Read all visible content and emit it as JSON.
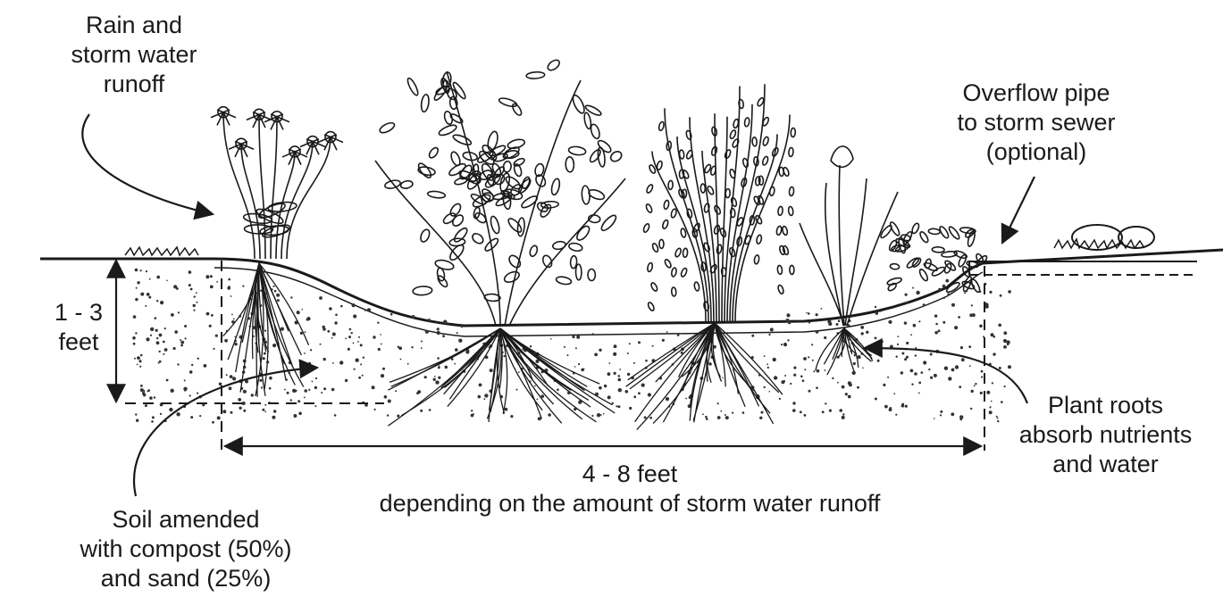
{
  "labels": {
    "rain_runoff": [
      "Rain and",
      "storm water",
      "runoff"
    ],
    "overflow_pipe": [
      "Overflow pipe",
      "to storm sewer",
      "(optional)"
    ],
    "depth": [
      "1 - 3",
      "feet"
    ],
    "width": [
      "4 - 8 feet",
      "depending on the amount of storm water runoff"
    ],
    "plant_roots": [
      "Plant roots",
      "absorb nutrients",
      "and water"
    ],
    "soil": [
      "Soil amended",
      "with compost (50%)",
      "and sand (25%)"
    ]
  },
  "colors": {
    "ink": "#1a1a1a",
    "background": "#ffffff"
  }
}
